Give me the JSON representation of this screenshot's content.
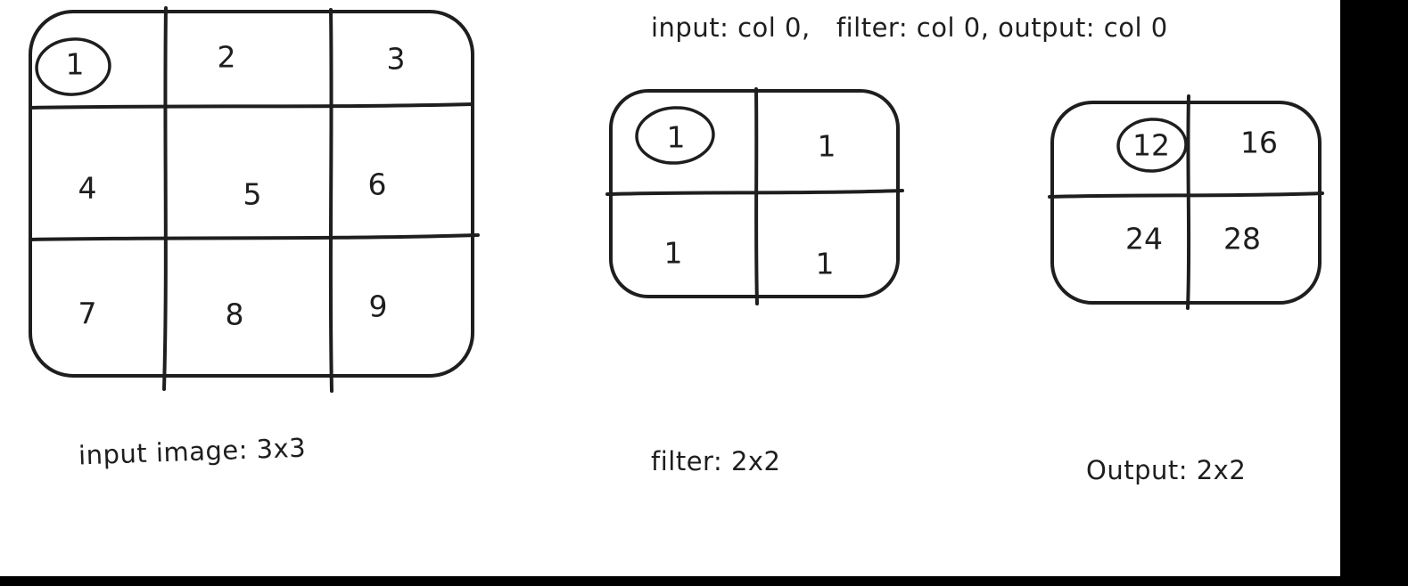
{
  "annotation": {
    "text": "input: col 0,   filter: col 0, output: col 0"
  },
  "input_grid": {
    "label": "input image: 3x3",
    "cells": [
      [
        "1",
        "2",
        "3"
      ],
      [
        "4",
        "5",
        "6"
      ],
      [
        "7",
        "8",
        "9"
      ]
    ],
    "circled_value": "1"
  },
  "filter_grid": {
    "label": "filter: 2x2",
    "cells": [
      [
        "1",
        "1"
      ],
      [
        "1",
        "1"
      ]
    ],
    "circled_value": "1"
  },
  "output_grid": {
    "label": "Output: 2x2",
    "cells": [
      [
        "12",
        "16"
      ],
      [
        "24",
        "28"
      ]
    ],
    "circled_value": "12"
  },
  "colors": {
    "ink": "#1e1e1e",
    "background": "#ffffff",
    "bar": "#000000"
  }
}
